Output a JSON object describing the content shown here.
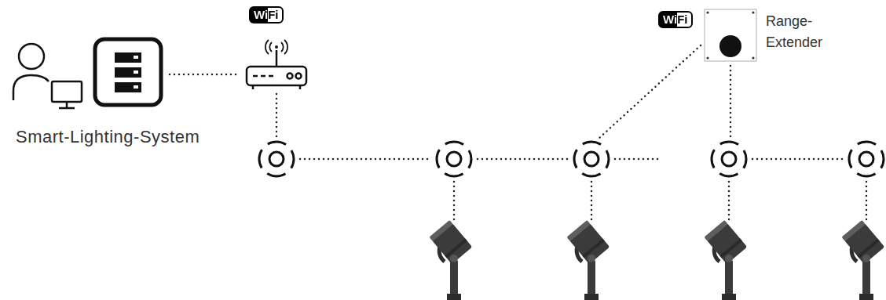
{
  "diagram": {
    "nodes": [
      {
        "text": [
          "Smart-Lighting-System"
        ]
      },
      {
        "text": [
          "Range- Extender"
        ]
      }
    ],
    "labels": [
      "WiFi",
      "WiFi"
    ]
  }
}
